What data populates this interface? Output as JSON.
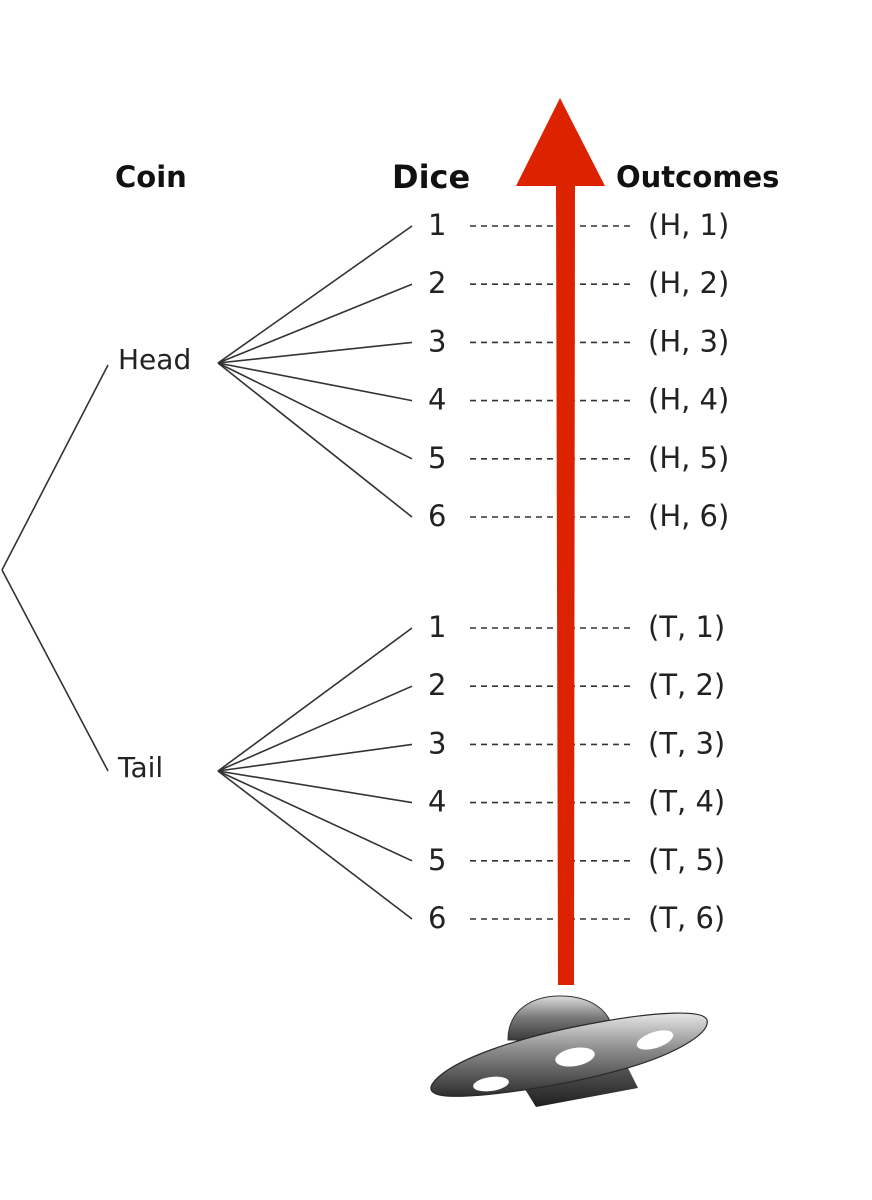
{
  "headers": {
    "coin": "Coin",
    "dice": "Dice",
    "outcomes": "Outcomes"
  },
  "coin_branches": [
    {
      "label": "Head",
      "dice": [
        "1",
        "2",
        "3",
        "4",
        "5",
        "6"
      ],
      "outcomes": [
        "(H, 1)",
        "(H, 2)",
        "(H, 3)",
        "(H, 4)",
        "(H, 5)",
        "(H, 6)"
      ]
    },
    {
      "label": "Tail",
      "dice": [
        "1",
        "2",
        "3",
        "4",
        "5",
        "6"
      ],
      "outcomes": [
        "(T, 1)",
        "(T, 2)",
        "(T, 3)",
        "(T, 4)",
        "(T, 5)",
        "(T, 6)"
      ]
    }
  ],
  "colors": {
    "arrow": "#dd2200",
    "lines": "#333333",
    "ufo_body": "#555555"
  },
  "icons": {
    "overlay_arrow": "up-arrow-icon",
    "overlay_ship": "ufo-icon"
  }
}
